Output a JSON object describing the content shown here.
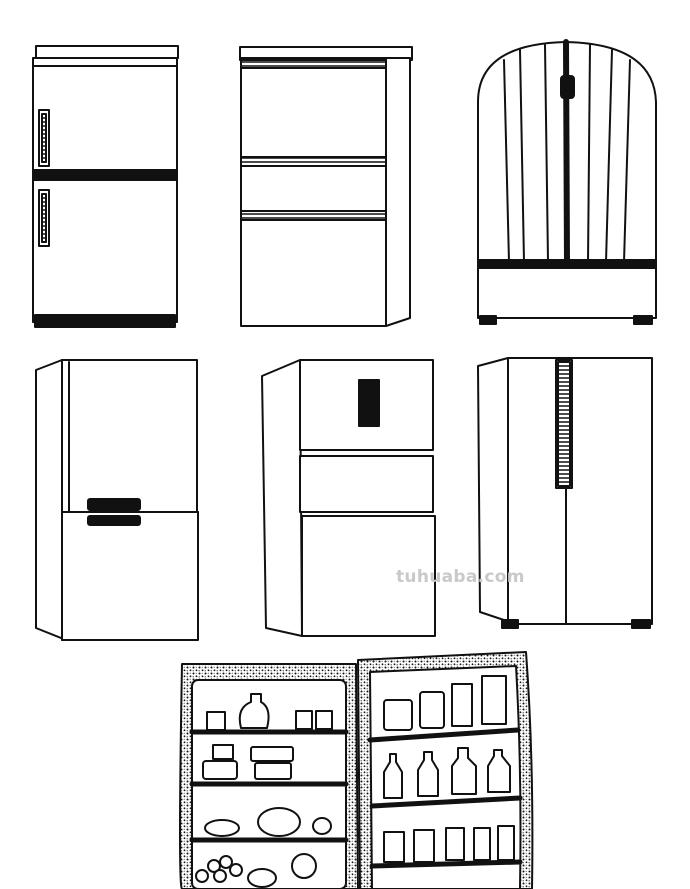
{
  "watermark": {
    "text": "tuhuaba.com",
    "color": "#c9c9c9"
  },
  "colors": {
    "ink": "#111111",
    "paper": "#ffffff"
  },
  "drawings": [
    {
      "name": "fridge-two-door-side-handles"
    },
    {
      "name": "fridge-three-drawer"
    },
    {
      "name": "fridge-arched-french-door"
    },
    {
      "name": "fridge-bottom-freezer"
    },
    {
      "name": "fridge-three-door-display"
    },
    {
      "name": "fridge-side-by-side"
    },
    {
      "name": "open-fridge-with-food"
    }
  ]
}
